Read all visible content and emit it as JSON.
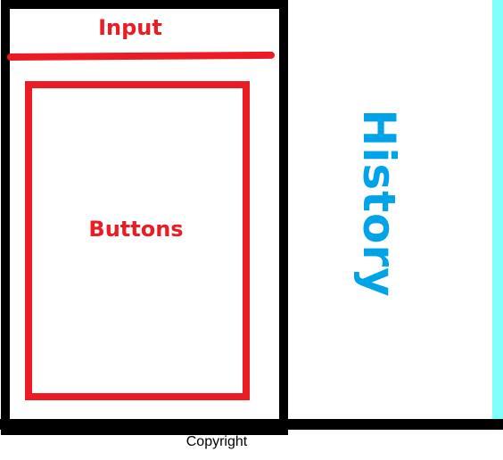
{
  "labels": {
    "input": "Input",
    "buttons": "Buttons",
    "history": "History",
    "copyright": "Copyright"
  },
  "colors": {
    "frame": "#000000",
    "input_and_buttons": "#ec1c24",
    "history_text": "#00a2e8",
    "history_edge": "#80fffb"
  }
}
